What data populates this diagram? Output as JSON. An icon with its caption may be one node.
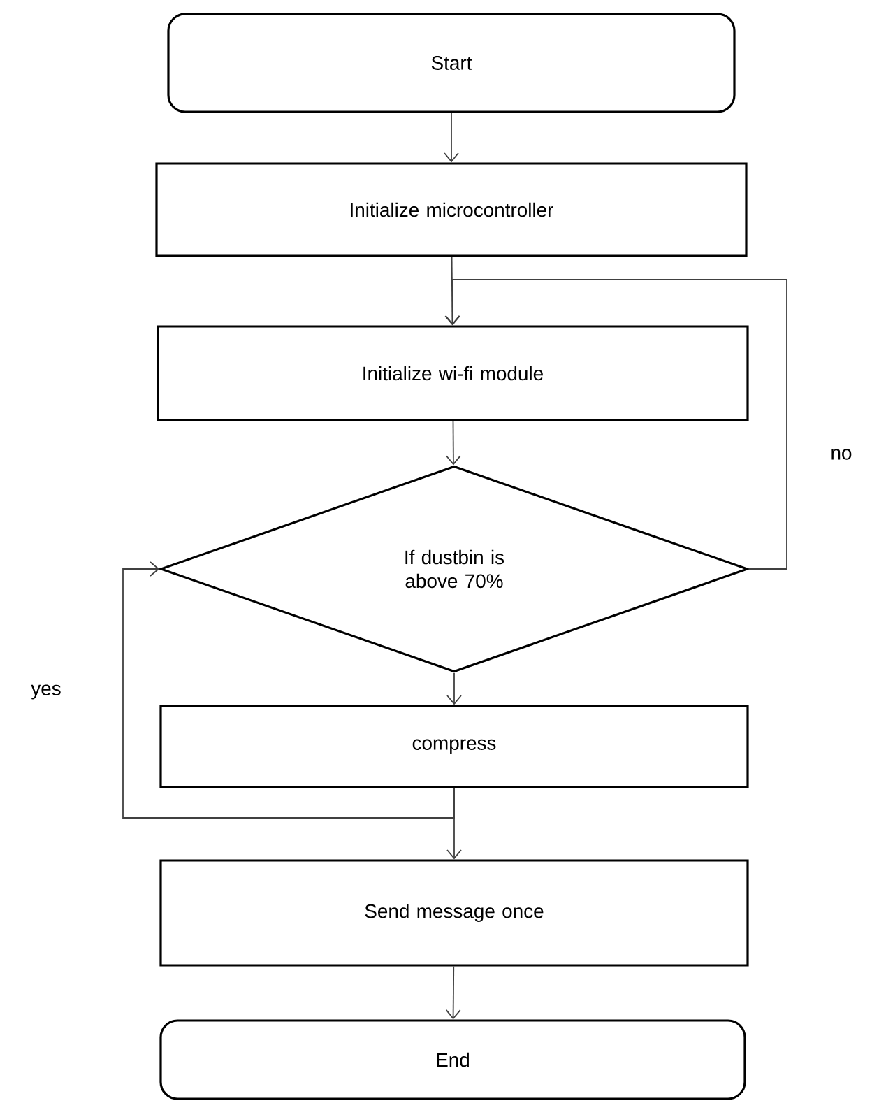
{
  "diagram": {
    "nodes": [
      {
        "text": [
          "Start"
        ]
      },
      {
        "text": [
          "Initialize microcontroller"
        ]
      },
      {
        "text": [
          "Initialize wi-fi module"
        ]
      },
      {
        "text": [
          "If dustbin is above 70%"
        ]
      },
      {
        "text": [
          "compress"
        ]
      },
      {
        "text": [
          "Send message once"
        ]
      },
      {
        "text": [
          "End"
        ]
      }
    ],
    "edges": [
      {
        "from": 0,
        "to": 1,
        "arrow": "to"
      },
      {
        "from": 1,
        "to": 2,
        "arrow": "to"
      },
      {
        "from": 2,
        "to": 3,
        "arrow": "to"
      },
      {
        "from": 3,
        "to": 4,
        "arrow": "to"
      },
      {
        "from": 4,
        "to": 5,
        "arrow": "to"
      },
      {
        "from": 5,
        "to": 6,
        "arrow": "to"
      },
      {
        "from": 3,
        "to": 2,
        "arrow": "to",
        "label": "no"
      },
      {
        "from": 4,
        "to": 3,
        "arrow": "to",
        "label": "yes"
      }
    ]
  }
}
